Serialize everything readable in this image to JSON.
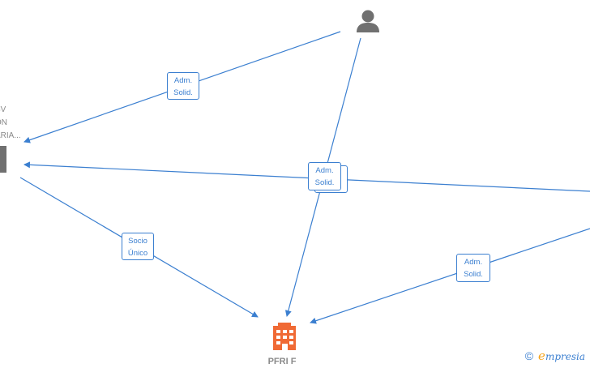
{
  "nodes": {
    "person": {
      "icon": "person-icon",
      "color": "#707070"
    },
    "company": {
      "icon": "building-icon",
      "label": "PFRI F",
      "color": "#f06a35"
    },
    "left_entity": {
      "icon": "building-icon",
      "label": "SV\nON\nARIA...",
      "color": "#707070"
    }
  },
  "edges": [
    {
      "label": "Adm.\nSolid."
    },
    {
      "label": "Adm.\nSolid."
    },
    {
      "label": "Adm.\nSolid."
    },
    {
      "label": "Socio\nÚnico"
    },
    {
      "label": "Adm.\nSolid."
    }
  ],
  "watermark": {
    "copyright": "©",
    "e": "e",
    "rest": "mpresia"
  },
  "colors": {
    "edge": "#3b7fd0",
    "label_bg": "#ffffff"
  }
}
